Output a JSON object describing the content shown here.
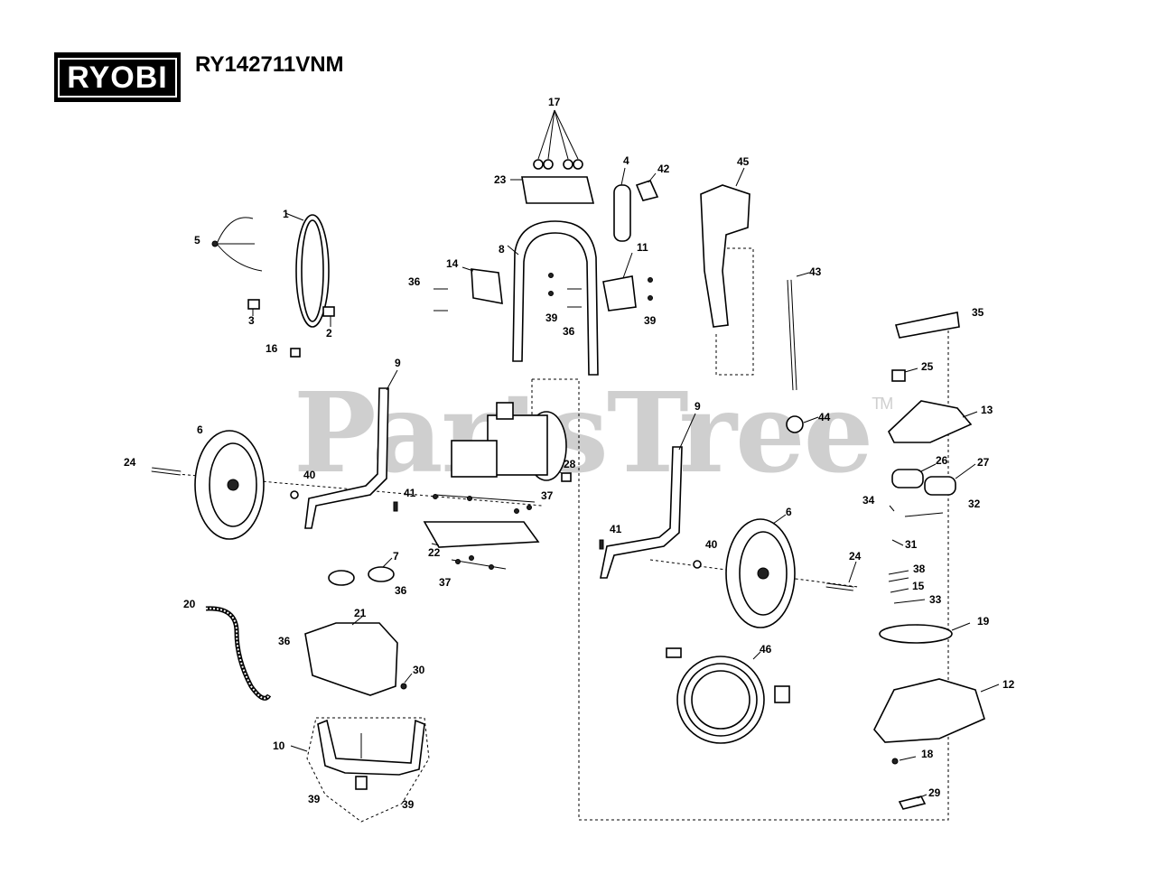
{
  "header": {
    "brand_logo": "RYOBI",
    "model_number": "RY142711VNM"
  },
  "watermark": {
    "text": "PartsTree",
    "trademark": "TM"
  },
  "callouts": [
    {
      "n": "1"
    },
    {
      "n": "2"
    },
    {
      "n": "3"
    },
    {
      "n": "4"
    },
    {
      "n": "5"
    },
    {
      "n": "6"
    },
    {
      "n": "7"
    },
    {
      "n": "8"
    },
    {
      "n": "9"
    },
    {
      "n": "10"
    },
    {
      "n": "11"
    },
    {
      "n": "12"
    },
    {
      "n": "13"
    },
    {
      "n": "14"
    },
    {
      "n": "15"
    },
    {
      "n": "16"
    },
    {
      "n": "17"
    },
    {
      "n": "18"
    },
    {
      "n": "19"
    },
    {
      "n": "20"
    },
    {
      "n": "21"
    },
    {
      "n": "22"
    },
    {
      "n": "23"
    },
    {
      "n": "24"
    },
    {
      "n": "25"
    },
    {
      "n": "26"
    },
    {
      "n": "27"
    },
    {
      "n": "28"
    },
    {
      "n": "29"
    },
    {
      "n": "30"
    },
    {
      "n": "31"
    },
    {
      "n": "32"
    },
    {
      "n": "33"
    },
    {
      "n": "34"
    },
    {
      "n": "35"
    },
    {
      "n": "36"
    },
    {
      "n": "37"
    },
    {
      "n": "38"
    },
    {
      "n": "39"
    },
    {
      "n": "40"
    },
    {
      "n": "41"
    },
    {
      "n": "42"
    },
    {
      "n": "43"
    },
    {
      "n": "44"
    },
    {
      "n": "45"
    },
    {
      "n": "46"
    },
    {
      "n": "6"
    },
    {
      "n": "9"
    },
    {
      "n": "24"
    },
    {
      "n": "36"
    },
    {
      "n": "36"
    },
    {
      "n": "36"
    },
    {
      "n": "37"
    },
    {
      "n": "39"
    },
    {
      "n": "39"
    },
    {
      "n": "39"
    },
    {
      "n": "40"
    },
    {
      "n": "41"
    }
  ]
}
